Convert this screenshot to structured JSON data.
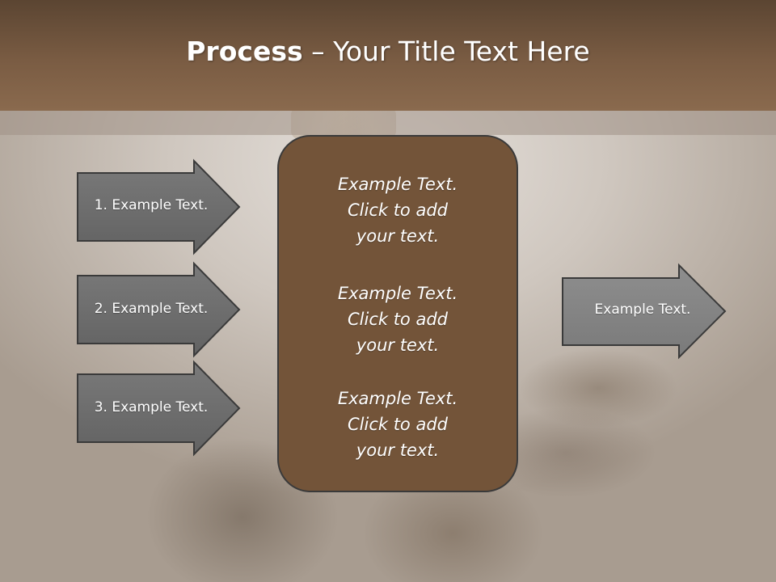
{
  "slide": {
    "title_bold": "Process",
    "title_rest": " – Your Title Text Here"
  },
  "left_arrows": [
    {
      "label": "1. Example Text."
    },
    {
      "label": "2. Example Text."
    },
    {
      "label": "3. Example Text."
    }
  ],
  "center_blocks": [
    {
      "lines": [
        "Example Text.",
        "Click  to add",
        "your text."
      ]
    },
    {
      "lines": [
        "Example Text.",
        "Click  to add",
        "your text."
      ]
    },
    {
      "lines": [
        "Example Text.",
        "Click  to add",
        "your text."
      ]
    }
  ],
  "right_arrow": {
    "label": "Example Text."
  },
  "colors": {
    "header": "#7a5c43",
    "arrow_fill": "#6e6e6e",
    "right_arrow_fill": "#858585",
    "center_box_fill": "#735439",
    "outline": "#3a3a3a"
  }
}
